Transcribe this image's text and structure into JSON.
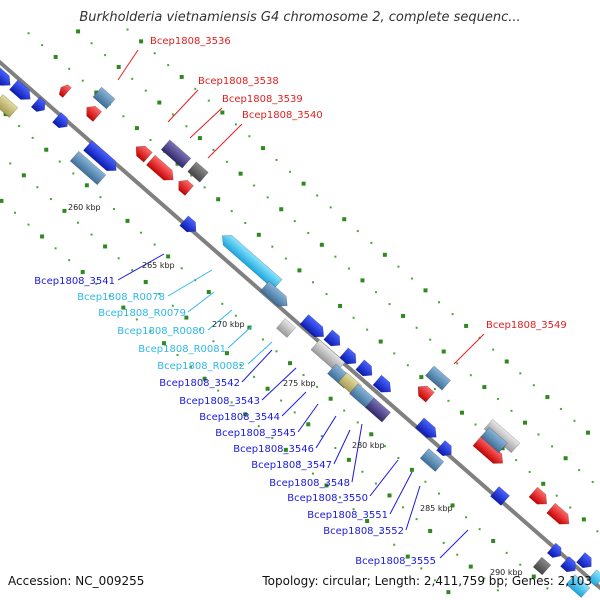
{
  "title": "Burkholderia vietnamiensis G4 chromosome 2, complete sequenc...",
  "footer": {
    "accession": "Accession: NC_009255",
    "summary": "Topology: circular; Length: 2,411,759 bp; Genes: 2,103"
  },
  "ticks": [
    "260 kbp",
    "265 kbp",
    "270 kbp",
    "275 kbp",
    "280 kbp",
    "285 kbp",
    "290 kbp"
  ],
  "gene_labels": {
    "top_right": [
      "Bcep1808_3536",
      "Bcep1808_3538",
      "Bcep1808_3539",
      "Bcep1808_3540",
      "Bcep1808_3549"
    ],
    "left": [
      "Bcep1808_3541",
      "Bcep1808_R0078",
      "Bcep1808_R0079",
      "Bcep1808_R0080",
      "Bcep1808_R0081",
      "Bcep1808_R0082",
      "Bcep1808_3542",
      "Bcep1808_3543",
      "Bcep1808_3544",
      "Bcep1808_3545",
      "Bcep1808_3546",
      "Bcep1808_3547",
      "Bcep1808_3548",
      "Bcep1808_3550",
      "Bcep1808_3551",
      "Bcep1808_3552",
      "Bcep1808_3555"
    ]
  },
  "colors": {
    "forward_strand": "#e02020",
    "reverse_strand": "#1a33d8",
    "rna": "#33c2f0",
    "backbone": "#808080",
    "tick_dots": "#3a8a2a"
  }
}
